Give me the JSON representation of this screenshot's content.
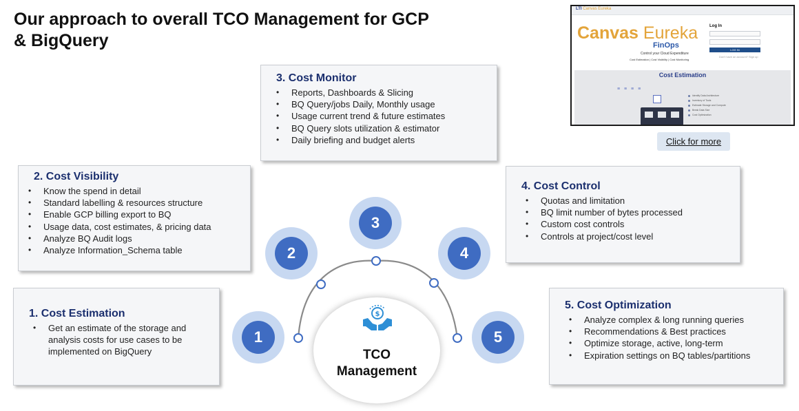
{
  "title": "Our approach to overall TCO Management for GCP & BigQuery",
  "sections": [
    {
      "number": "1",
      "heading": "1. Cost Estimation",
      "items": [
        "Get an estimate of the storage and analysis costs for use cases  to be implemented on BigQuery"
      ]
    },
    {
      "number": "2",
      "heading": "2. Cost Visibility",
      "items": [
        "Know the spend in detail",
        "Standard labelling & resources structure",
        "Enable GCP billing export to BQ",
        "Usage data, cost estimates, & pricing data",
        "Analyze BQ Audit logs",
        "Analyze Information_Schema table"
      ]
    },
    {
      "number": "3",
      "heading": "3. Cost Monitor",
      "items": [
        "Reports, Dashboards & Slicing",
        "BQ Query/jobs Daily, Monthly usage",
        "Usage current trend & future estimates",
        "BQ Query slots utilization & estimator",
        "Daily briefing and budget alerts"
      ]
    },
    {
      "number": "4",
      "heading": "4. Cost Control",
      "items": [
        "Quotas and limitation",
        "BQ limit number of bytes processed",
        "Custom cost controls",
        "Controls at project/cost level"
      ]
    },
    {
      "number": "5",
      "heading": "5. Cost Optimization",
      "items": [
        "Analyze complex & long running queries",
        "Recommendations & Best practices",
        "Optimize storage, active, long-term",
        "Expiration settings on BQ tables/partitions"
      ]
    }
  ],
  "center": {
    "line1": "TCO",
    "line2": "Management",
    "icon": "money-hands-icon"
  },
  "screenshot": {
    "brand_bold": "Canvas",
    "brand_light": " Eureka",
    "product": "FinOps",
    "login_heading": "Log In",
    "panel_title": "Cost Estimation"
  },
  "click_more": "Click for more",
  "colors": {
    "node_fill": "#3f6cc2",
    "node_halo": "#c7d8f1",
    "heading": "#1b2f6e",
    "arc": "#8a8a8a",
    "brand": "#e3a43a"
  }
}
